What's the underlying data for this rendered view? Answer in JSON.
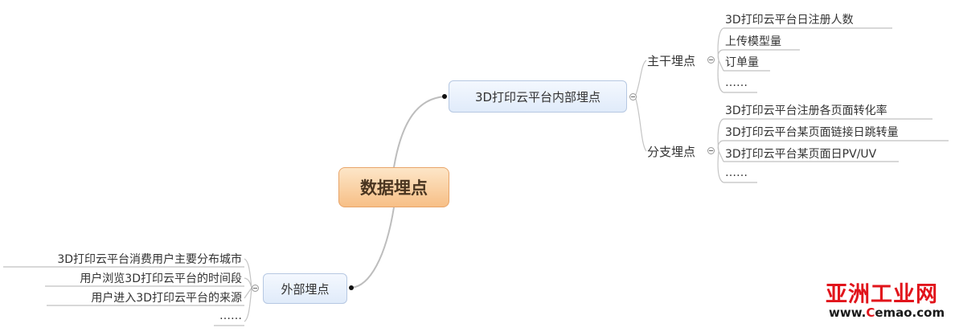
{
  "central": {
    "label": "数据埋点"
  },
  "internal": {
    "label": "3D打印云平台内部埋点",
    "branches": [
      {
        "label": "主干埋点",
        "items": [
          "3D打印云平台日注册人数",
          "上传模型量",
          "订单量",
          "……"
        ]
      },
      {
        "label": "分支埋点",
        "items": [
          "3D打印云平台注册各页面转化率",
          "3D打印云平台某页面链接日跳转量",
          "3D打印云平台某页面日PV/UV",
          "……"
        ]
      }
    ]
  },
  "external": {
    "label": "外部埋点",
    "items": [
      "3D打印云平台消费用户主要分布城市",
      "用户浏览3D打印云平台的时间段",
      "用户进入3D打印云平台的来源",
      "……"
    ]
  },
  "watermark": {
    "title": "亚洲工业网",
    "url_prefix": "www.",
    "url_mark": "C",
    "url_suffix": "emao.com"
  },
  "colors": {
    "central_fill": "#f7bf86",
    "topic_fill": "#e0ebfa",
    "line": "#b9b9b9",
    "watermark_red": "#e1141b"
  }
}
